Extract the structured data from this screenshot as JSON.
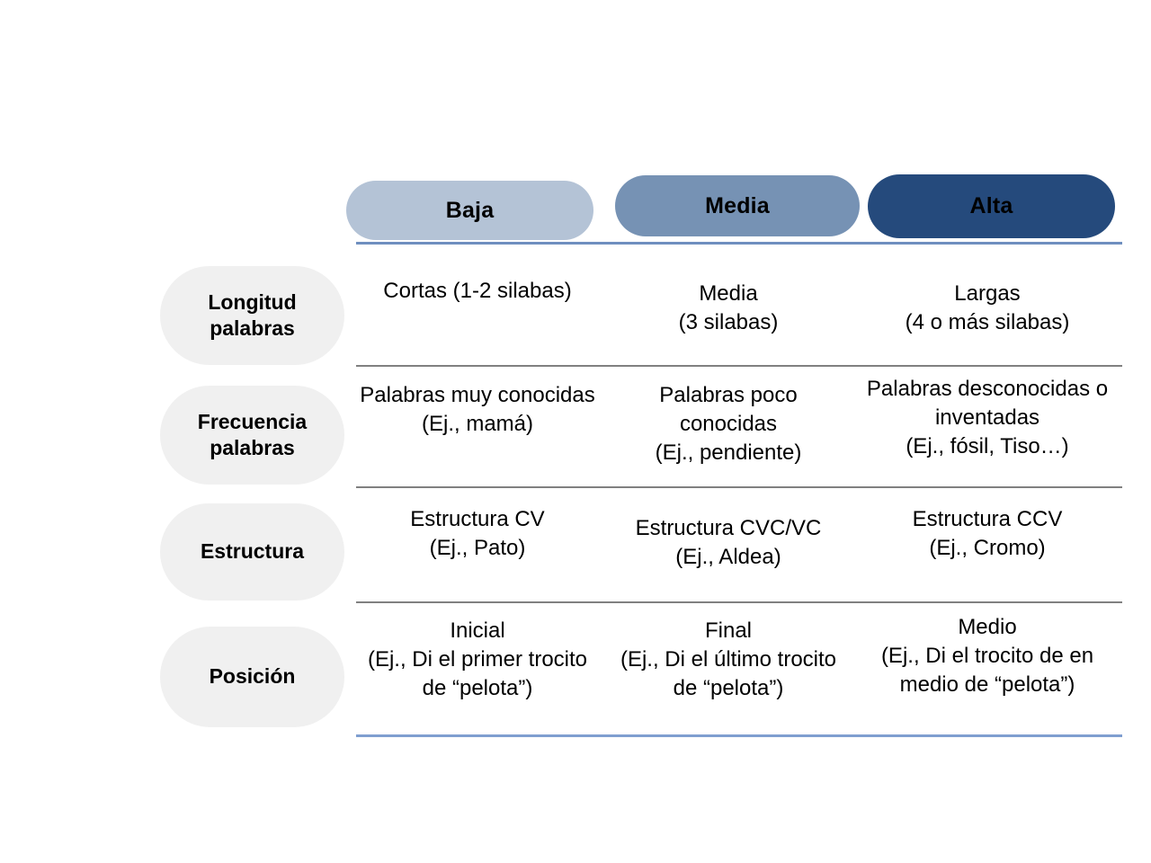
{
  "columns": [
    {
      "label": "Baja",
      "color": "#b4c3d6"
    },
    {
      "label": "Media",
      "color": "#7692b4"
    },
    {
      "label": "Alta",
      "color": "#254a7c"
    }
  ],
  "rows": [
    {
      "label": "Longitud palabras",
      "cells": [
        "Cortas (1-2 silabas)",
        "Media\n(3 silabas)",
        "Largas\n(4 o más silabas)"
      ]
    },
    {
      "label": "Frecuencia palabras",
      "cells": [
        "Palabras muy conocidas\n(Ej., mamá)",
        "Palabras poco conocidas\n(Ej., pendiente)",
        "Palabras desconocidas o inventadas\n(Ej., fósil, Tiso…)"
      ]
    },
    {
      "label": "Estructura",
      "cells": [
        "Estructura CV\n(Ej., Pato)",
        "Estructura CVC/VC\n(Ej., Aldea)",
        "Estructura CCV\n(Ej., Cromo)"
      ]
    },
    {
      "label": "Posición",
      "cells": [
        "Inicial\n(Ej., Di el primer trocito de “pelota”)",
        "Final\n(Ej., Di el último trocito de “pelota”)",
        "Medio\n(Ej., Di el trocito de en medio de “pelota”)"
      ]
    }
  ],
  "dividers": {
    "top_color": "#6f8fbf",
    "mid_color": "#808080",
    "bottom_color": "#7f9fd0"
  },
  "row_label_color": "#f0f0f0",
  "text_color": "#000000"
}
